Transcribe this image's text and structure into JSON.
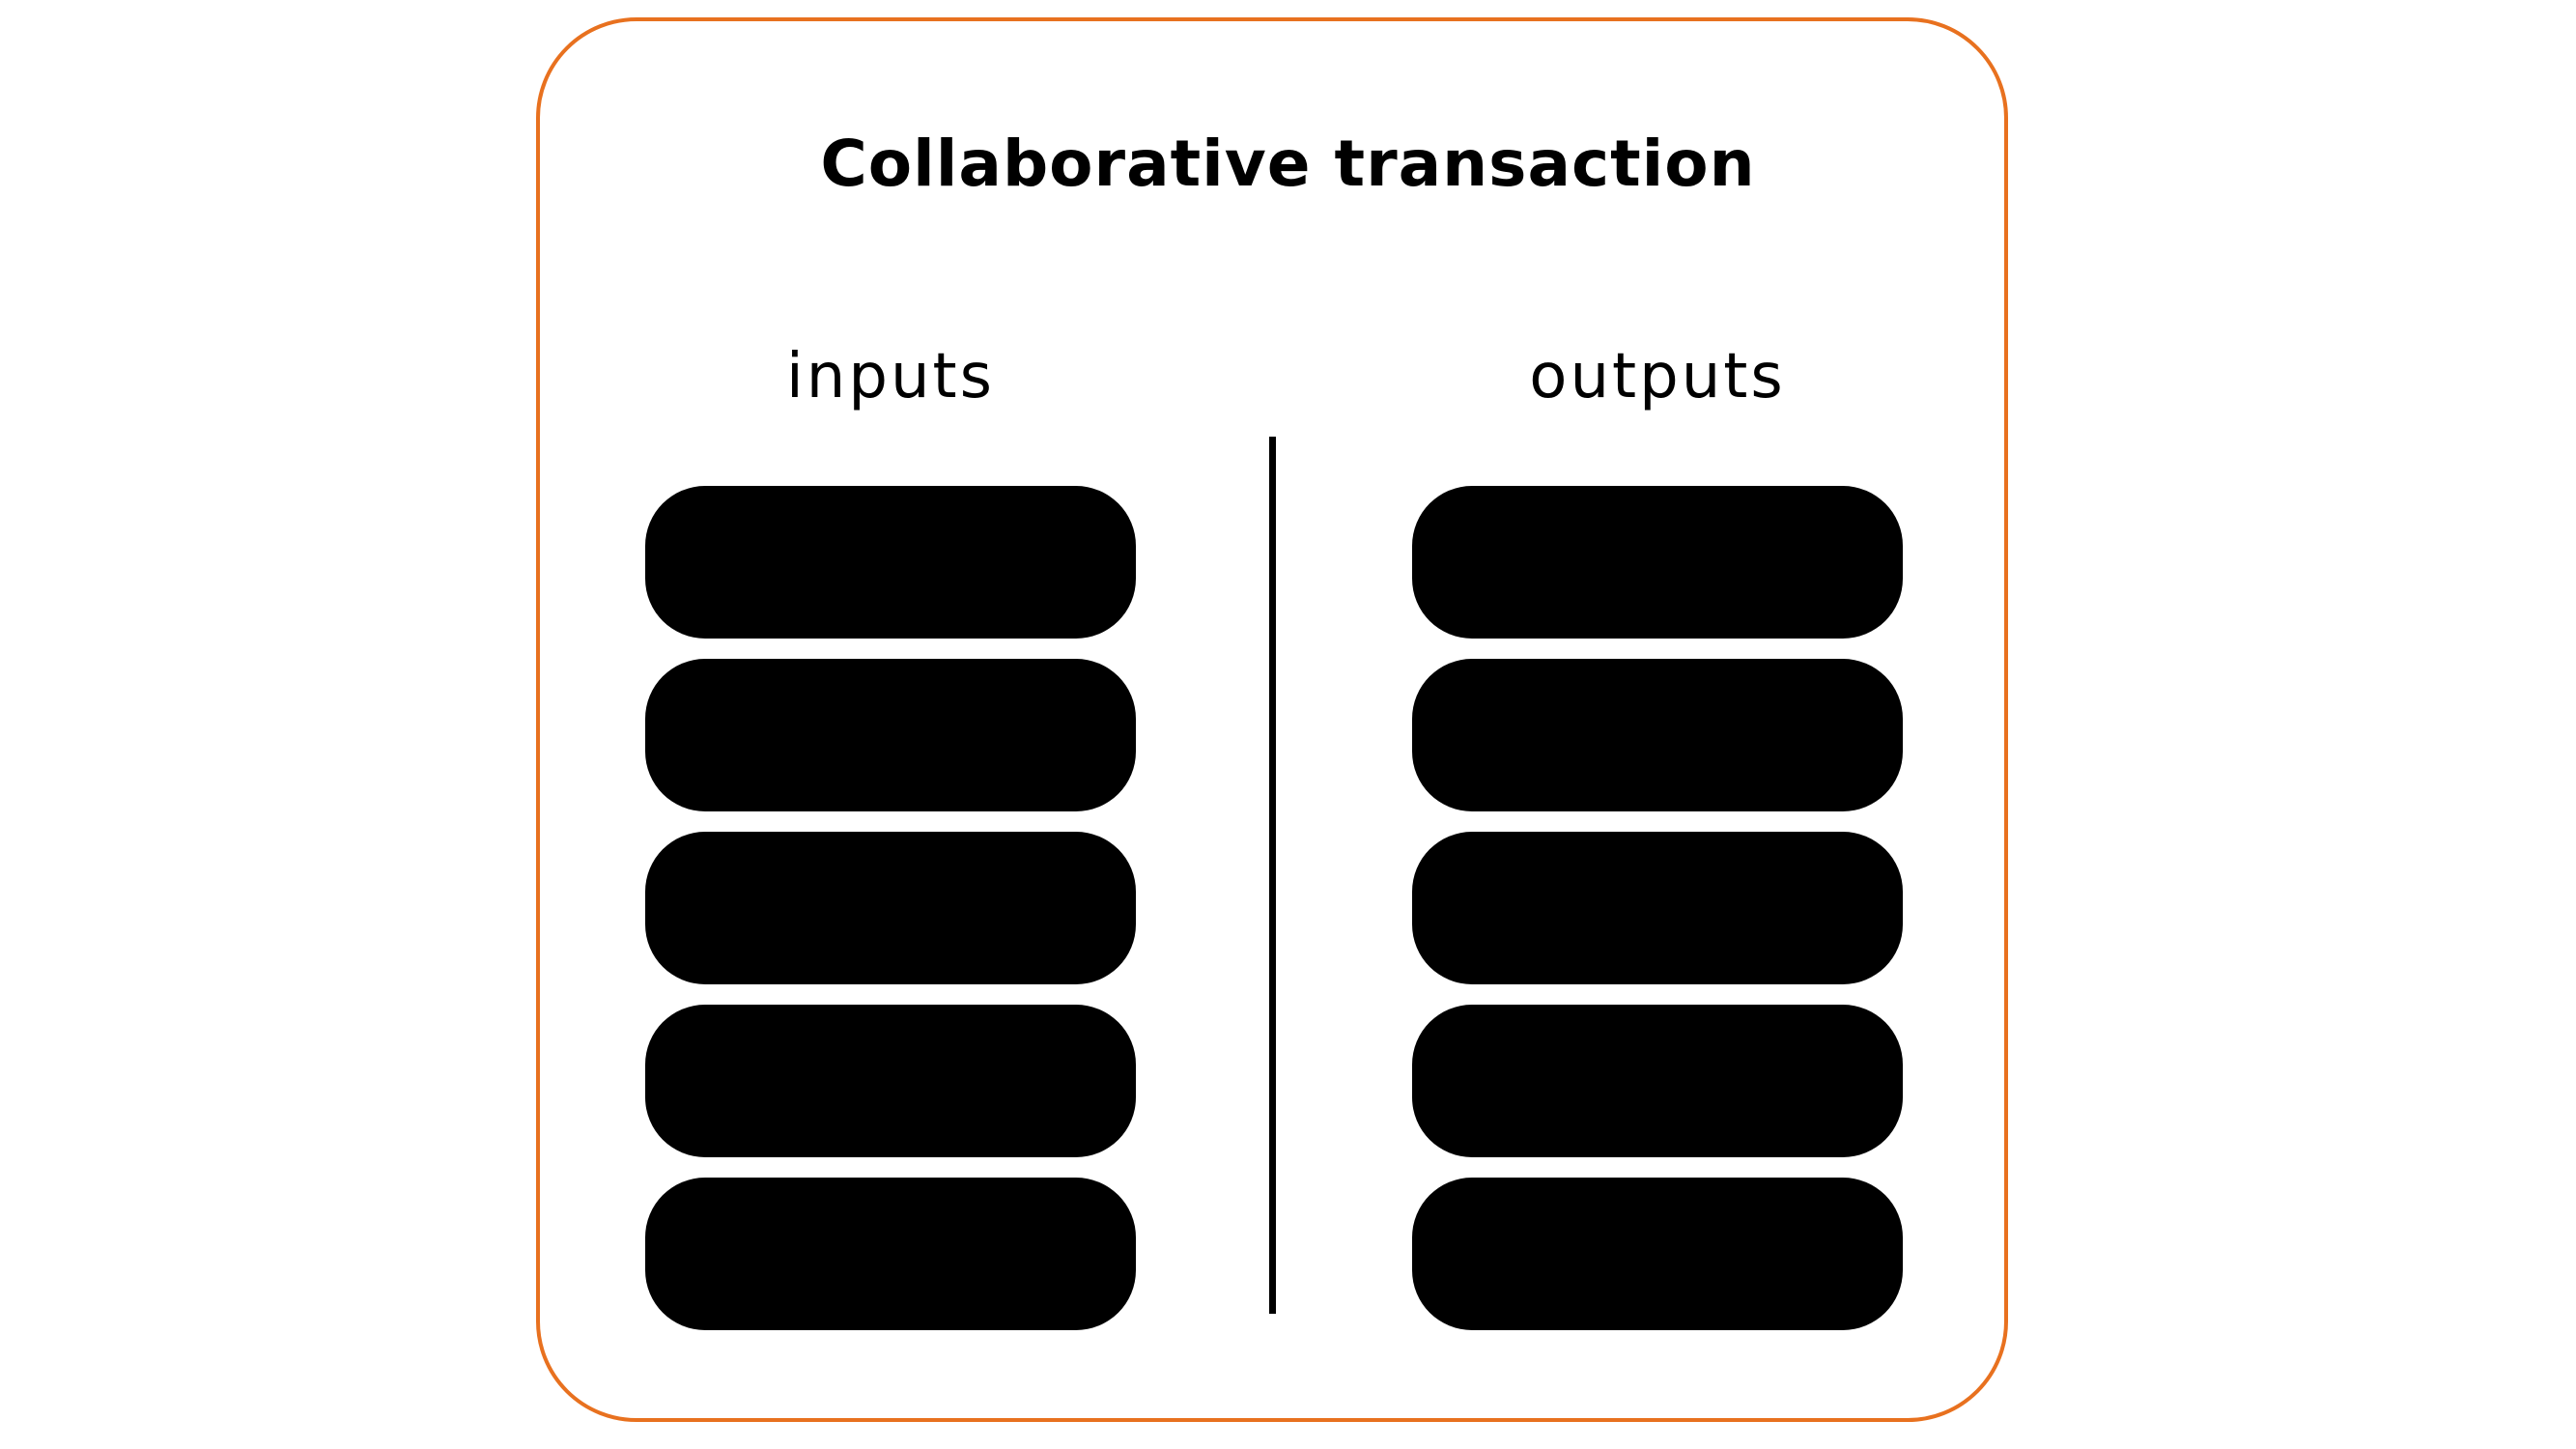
{
  "diagram": {
    "title": "Collaborative transaction",
    "frame_color": "#e8711f",
    "columns": [
      {
        "label": "inputs",
        "item_count": 5
      },
      {
        "label": "outputs",
        "item_count": 5
      }
    ]
  }
}
